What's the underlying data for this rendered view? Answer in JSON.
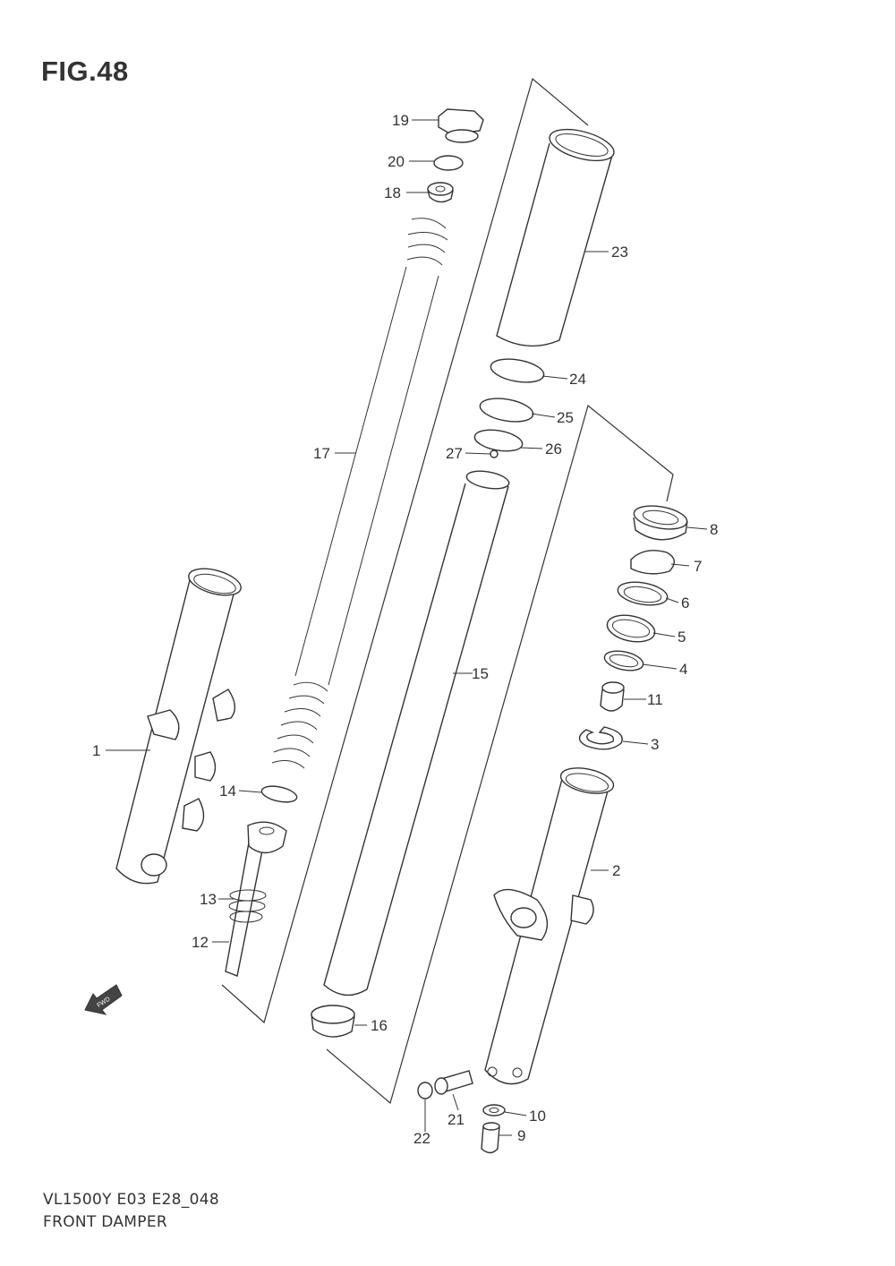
{
  "figure": {
    "title": "FIG.48",
    "model_code": "VL1500Y E03 E28_048",
    "name": "FRONT DAMPER"
  },
  "fwd_badge": "FWD",
  "callouts": [
    "1",
    "2",
    "3",
    "4",
    "5",
    "6",
    "7",
    "8",
    "9",
    "10",
    "11",
    "12",
    "13",
    "14",
    "15",
    "16",
    "17",
    "18",
    "19",
    "20",
    "21",
    "22",
    "23",
    "24",
    "25",
    "26",
    "27"
  ],
  "icons": [
    "fwd-arrow-icon"
  ]
}
